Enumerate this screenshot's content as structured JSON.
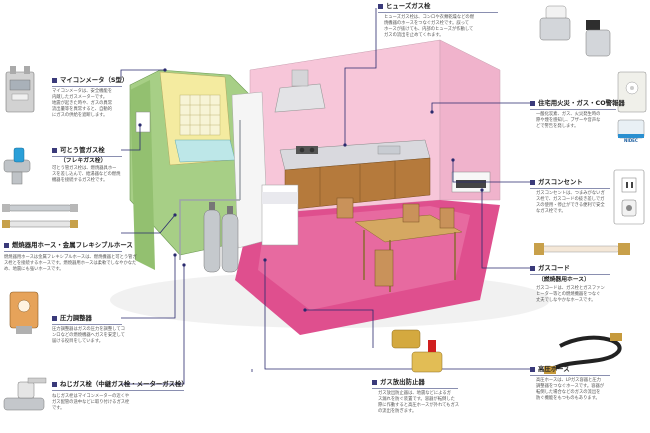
{
  "items": {
    "fuse_cock": {
      "label": "ヒューズガス栓",
      "desc": "ヒューズガス栓は、コンロや衣類乾燥などの燃\n焼機器のホースをつなぐガス栓です。誤って\nホースが抜けても、内部のヒューズが作動して\nガスの流出を止めてくれます。"
    },
    "micon_meter": {
      "label": "マイコンメータ（S型）",
      "desc": "マイコンメータは、安全機能を\n内蔵したガスメーターです。\n地震が起きた時や、ガスの異常\n流出量等を異常すると、自動的\nにガスの供給を遮断します。"
    },
    "flexible_cock": {
      "label": "可とう管ガス栓",
      "sublabel": "（フレキガス栓）",
      "desc": "可とう管ガス栓は、燃焼器具ホー\nスを差し込んで、給湯器などの燃焼\n機器を接続するガス栓です。"
    },
    "flexible_hose": {
      "label": "燃焼器用ホース・金属フレキシブルホース",
      "desc": "燃焼器用ホースは金属フレキシブルホースは、燃焼機器と可とう管ガ\nス栓とを接続するホースです。燃焼器用ホースは柔軟でしなやかなた\nめ、地震にも強いホースです。"
    },
    "pressure_regulator": {
      "label": "圧力調整器",
      "desc": "圧力調整器はガスの圧力を調整してコ\nンロなどの燃焼機器へガスを安定して\n届ける役目をしています。"
    },
    "screw_cock": {
      "label": "ねじガス栓（中継ガス栓・メーターガス栓）",
      "desc": "ねじガス栓はマイコンメーターの近くや\nガス配管の途中などに取り付けるガス栓\nです。"
    },
    "fire_alarm": {
      "label": "住宅用火災・ガス・CO警報器",
      "desc": "一酸化炭素、ガス、火災発生時の\n際や煙を感知し、ブザーや音声な\nどで警告を発します。"
    },
    "gas_outlet": {
      "label": "ガスコンセント",
      "desc": "ガスコンセントは、つまみがないガ\nス栓で、ガスコードの抜き差しでガ\nスの使用・停止ができる便利で安全\nなガス栓です。"
    },
    "gas_cord": {
      "label": "ガスコード",
      "sublabel": "（燃焼器用ホース）",
      "desc": "ガスコードは、ガス栓とガスファン\nヒーター等との燃焼機器をつなぐ\n丈夫でしなやかなホースです。"
    },
    "high_pressure_hose": {
      "label": "高圧ホース",
      "desc": "高圧ホースは、LPガス容器と圧力\n調整器をつなぐホースです。容器が\n転倒した場合などのガスの流出を\n防ぐ機能をもつものもあります。"
    },
    "leak_stopper": {
      "label": "ガス放出防止器",
      "desc": "ガス放出防止器は、地震などによるガ\nス漏れを防ぐ装置です。容器が転倒した\n際に作動すると高圧ホースが外れてもガス\nの流出を防ぎます。"
    }
  },
  "device_text": {
    "alarm_brand": "NIDEC"
  },
  "colors": {
    "label_marker": "#3a3a7a",
    "leader_line": "#2a2a6e",
    "wall_pink": "#f4b8cf",
    "floor_magenta": "#e0508f",
    "wall_green": "#a8cf88",
    "wall_yellow": "#f4eba0",
    "wood_brown": "#b37737"
  }
}
